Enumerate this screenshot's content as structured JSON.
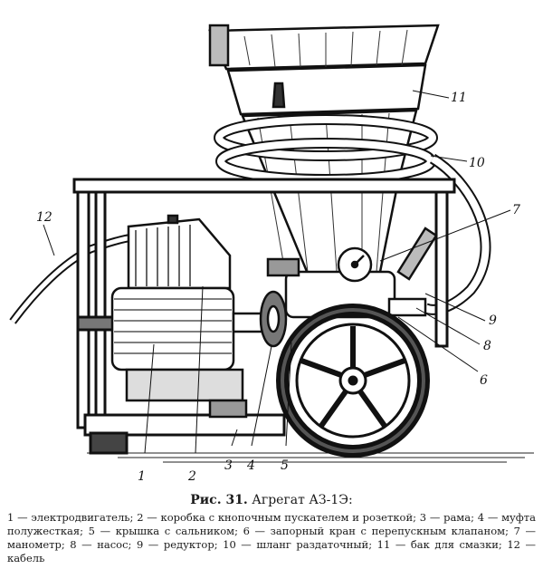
{
  "figure": {
    "callouts": [
      "1",
      "2",
      "3",
      "4",
      "5",
      "6",
      "7",
      "8",
      "9",
      "10",
      "11",
      "12"
    ]
  },
  "caption": {
    "label": "Рис. 31.",
    "title": "Агрегат АЗ-1Э:",
    "legend": [
      "1 — электродвигатель;",
      "2 — коробка с кнопочным пускателем и розеткой;",
      "3 — рама;",
      "4 — муфта полужесткая;",
      "5 — крышка с сальником;",
      "6 — запорный кран с перепускным клапаном;",
      "7 — манометр;",
      "8 — насос;",
      "9 — редуктор;",
      "10 — шланг раздаточный;",
      "11 — бак для смазки;",
      "12 — кабель"
    ]
  }
}
